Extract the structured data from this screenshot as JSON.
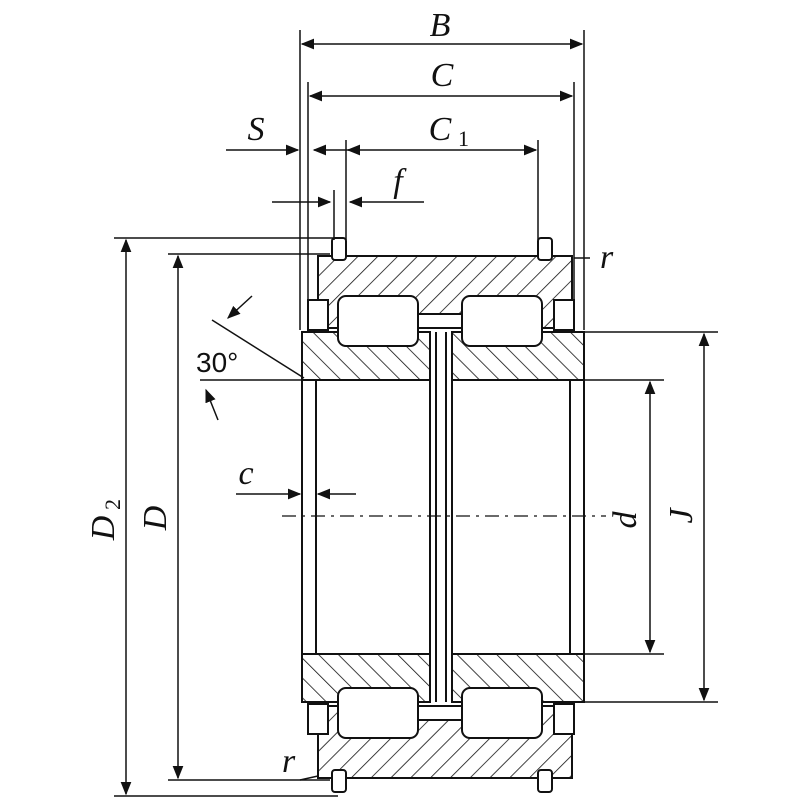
{
  "labels": {
    "B": "B",
    "C": "C",
    "C1_main": "C",
    "C1_sub": "1",
    "S": "S",
    "f": "f",
    "r_top": "r",
    "r_bottom": "r",
    "angle": "30°",
    "D2_main": "D",
    "D2_sub": "2",
    "D": "D",
    "c": "c",
    "d": "d",
    "J": "J"
  },
  "colors": {
    "line": "#111111",
    "background": "#ffffff"
  }
}
